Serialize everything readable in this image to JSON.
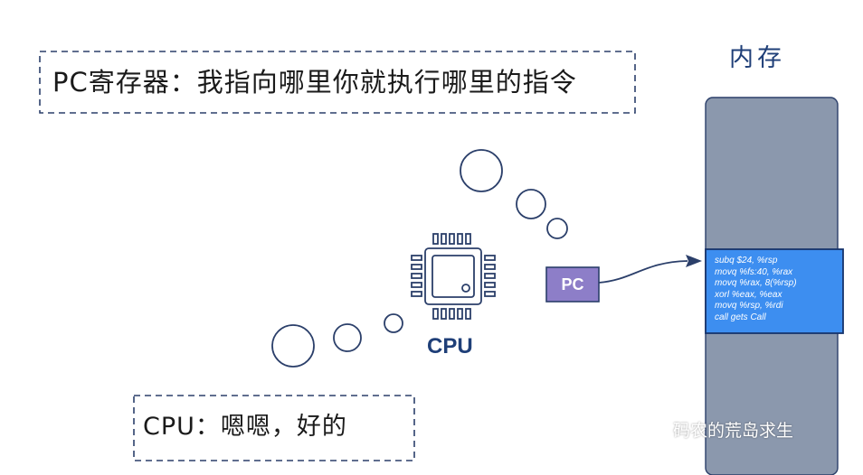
{
  "pc_bubble": {
    "text": "PC寄存器：我指向哪里你就执行哪里的指令"
  },
  "cpu_bubble": {
    "text": "CPU：嗯嗯，好的"
  },
  "cpu": {
    "label": "CPU",
    "color": "#1f3f78"
  },
  "pc_register": {
    "label": "PC",
    "color": "#8d7ec8"
  },
  "memory": {
    "title": "内存",
    "color": "#8b98ad",
    "highlight_color": "#3d8ef0",
    "instructions": [
      "subq $24, %rsp",
      "movq %fs:40, %rax",
      "movq %rax, 8(%rsp)",
      "xorl %eax, %eax",
      "movq %rsp, %rdi",
      "call gets Call"
    ]
  },
  "watermark": {
    "text": "码农的荒岛求生",
    "icon": "wechat-icon"
  }
}
